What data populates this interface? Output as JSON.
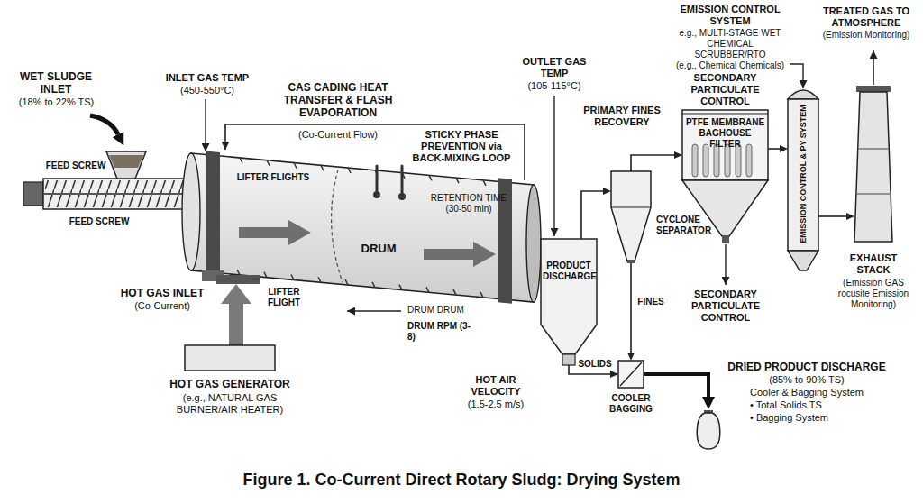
{
  "diagram": {
    "caption": "Figure 1. Co-Current Direct Rotary Sludg: Drying System",
    "nodes": [
      {
        "text": [
          "DRUM"
        ]
      },
      {
        "text": [
          "HOT GAS GENERATOR",
          "(e.g., NATURAL GAS BURNER/AIR HEATER)"
        ]
      },
      {
        "text": [
          "PRODUCT DISCHARGE"
        ]
      },
      {
        "text": [
          "CYCLONE SEPARATOR"
        ]
      },
      {
        "text": [
          "SECONDARY PARTICULATE CONTROL",
          "PTFE MEMBRANE BAGHOUSE FILTER"
        ]
      },
      {
        "text": [
          "EMISSION CONTROL & PY SYSTEM"
        ]
      },
      {
        "text": [
          "EXHAUST STACK",
          "(Emission GAS rocusite Emission Monitoring)"
        ]
      },
      {
        "text": [
          "COOLER BAGGING"
        ]
      }
    ],
    "edges": [
      {
        "from": 1,
        "to": 0,
        "arrow": "to"
      },
      {
        "from": 2,
        "to": 3,
        "arrow": "to"
      },
      {
        "from": 3,
        "to": 4,
        "arrow": "to"
      },
      {
        "from": 4,
        "to": 5,
        "arrow": "to"
      },
      {
        "from": 5,
        "to": 6,
        "arrow": "to"
      },
      {
        "from": 2,
        "to": 7,
        "label": "SOLIDS",
        "arrow": "to"
      },
      {
        "from": 3,
        "to": 7,
        "label": "FINES",
        "arrow": "to"
      }
    ],
    "labels": [
      "WET SLUDGE INLET",
      "(18% to 22% TS)",
      "FEED SCREW",
      "FEED SCREW",
      "INLET GAS TEMP",
      "(450-550°C)",
      "CAS CADING HEAT TRANSFER & FLASH EVAPORATION",
      "(Co-Current Flow)",
      "STICKY PHASE PREVENTION via BACK-MIXING LOOP",
      "LIFTER FLIGHTS",
      "RETENTION TIME (30-50 min)",
      "HOT GAS INLET",
      "(Co-Current)",
      "LIFTER FLIGHT",
      "DRUM DRUM",
      "DRUM RPM (3-8)",
      "OUTLET GAS TEMP",
      "(105-115°C)",
      "PRIMARY FINES RECOVERY",
      "HOT AIR VELOCITY",
      "(1.5-2.5 m/s)",
      "DRIED PRODUCT DISCHARGE",
      "(85% to 90% TS)",
      "Cooler & Bagging System",
      "• Total Solids TS",
      "• Bagging System",
      "EMISSION CONTROL SYSTEM",
      "e.g., MULTI-STAGE WET CHEMICAL SCRUBBER/RTO",
      "(e.g., Chemical Chemicals)",
      "TREATED GAS TO ATMOSPHERE",
      "(Emission Monitoring)",
      "SECONDARY PARTICULATE CONTROL"
    ]
  }
}
